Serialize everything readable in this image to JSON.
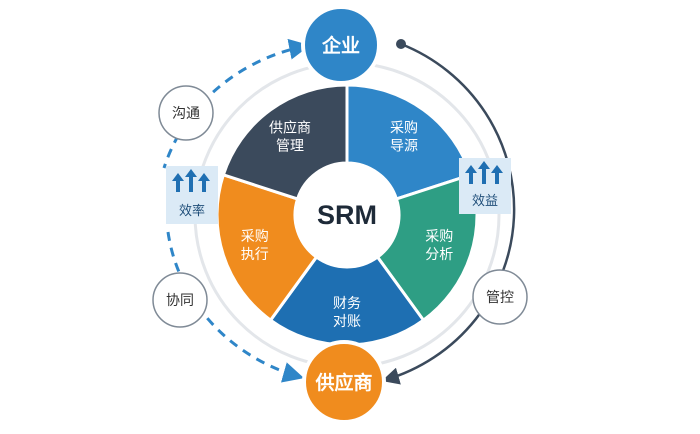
{
  "colors": {
    "blue": "#2f86c8",
    "blue_dark": "#1e6fb2",
    "teal": "#2e9e84",
    "orange": "#f08c1e",
    "slate": "#3b4a5c",
    "dashed_arrow": "#2f86c8",
    "solid_arrow": "#3b4a5c",
    "card_bg": "#dbeaf6"
  },
  "hub": {
    "label": "SRM"
  },
  "segments": [
    {
      "line1": "采购",
      "line2": "导源",
      "color": "#2f86c8"
    },
    {
      "line1": "采购",
      "line2": "分析",
      "color": "#2e9e84"
    },
    {
      "line1": "财务",
      "line2": "对账",
      "color": "#1e6fb2"
    },
    {
      "line1": "采购",
      "line2": "执行",
      "color": "#f08c1e"
    },
    {
      "line1": "供应商",
      "line2": "管理",
      "color": "#3b4a5c"
    }
  ],
  "nodes": {
    "top": {
      "label": "企业",
      "color": "#2f86c8"
    },
    "bottom": {
      "label": "供应商",
      "color": "#f08c1e"
    }
  },
  "bubbles": {
    "communicate": "沟通",
    "collaborate": "协同",
    "control": "管控"
  },
  "cards": {
    "efficiency": {
      "label": "效率",
      "icon": "up-arrows-icon"
    },
    "benefit": {
      "label": "效益",
      "icon": "up-arrows-icon"
    }
  }
}
